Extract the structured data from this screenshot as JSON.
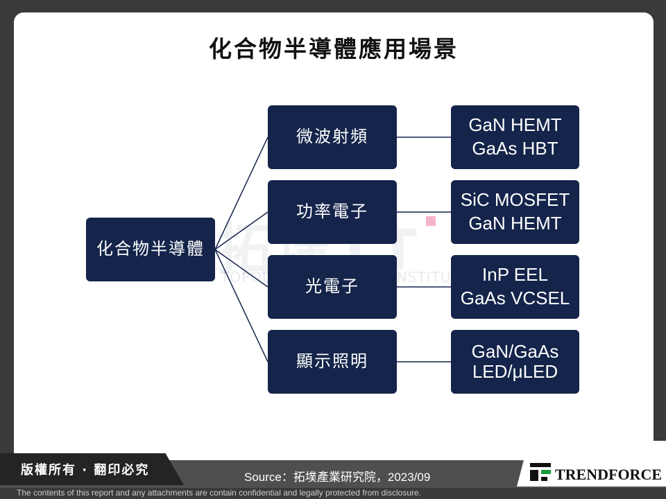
{
  "title": "化合物半導體應用場景",
  "watermark": {
    "main": "拓墣TT",
    "sub": "TOPOLOGY RESEARCH INSTITUTE"
  },
  "root": "化合物半導體",
  "branches": [
    {
      "category": "微波射頻",
      "tech": [
        "GaN HEMT",
        "GaAs HBT"
      ]
    },
    {
      "category": "功率電子",
      "tech": [
        "SiC MOSFET",
        "GaN HEMT"
      ]
    },
    {
      "category": "光電子",
      "tech": [
        "InP EEL",
        "GaAs VCSEL"
      ]
    },
    {
      "category": "顯示照明",
      "tech": [
        "GaN/GaAs",
        "LED/μLED"
      ]
    }
  ],
  "footer": {
    "rights": "版權所有 · 翻印必究",
    "source": "Source：拓墣產業研究院，2023/09",
    "brand": "TRENDFORCE",
    "disclaimer": "The contents of this report and any attachments are contain confidential and legally protected from disclosure."
  },
  "colors": {
    "box": "#14244a",
    "line": "#14244a",
    "accent": "#f7b4c8"
  }
}
